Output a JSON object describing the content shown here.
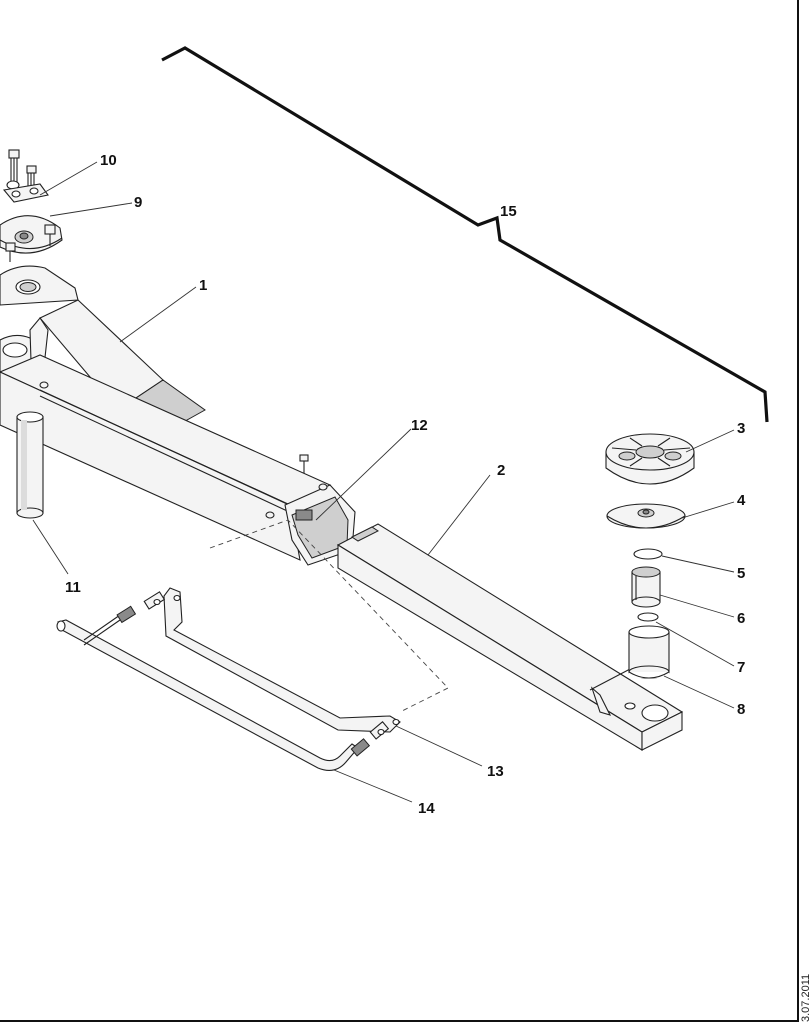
{
  "diagram": {
    "callouts": [
      {
        "id": "c1",
        "label": "1"
      },
      {
        "id": "c2",
        "label": "2"
      },
      {
        "id": "c3",
        "label": "3"
      },
      {
        "id": "c4",
        "label": "4"
      },
      {
        "id": "c5",
        "label": "5"
      },
      {
        "id": "c6",
        "label": "6"
      },
      {
        "id": "c7",
        "label": "7"
      },
      {
        "id": "c8",
        "label": "8"
      },
      {
        "id": "c9",
        "label": "9"
      },
      {
        "id": "c10",
        "label": "10"
      },
      {
        "id": "c11",
        "label": "11"
      },
      {
        "id": "c12",
        "label": "12"
      },
      {
        "id": "c13",
        "label": "13"
      },
      {
        "id": "c14",
        "label": "14"
      },
      {
        "id": "c15",
        "label": "15"
      }
    ],
    "date_stamp": "3.07.2011"
  }
}
